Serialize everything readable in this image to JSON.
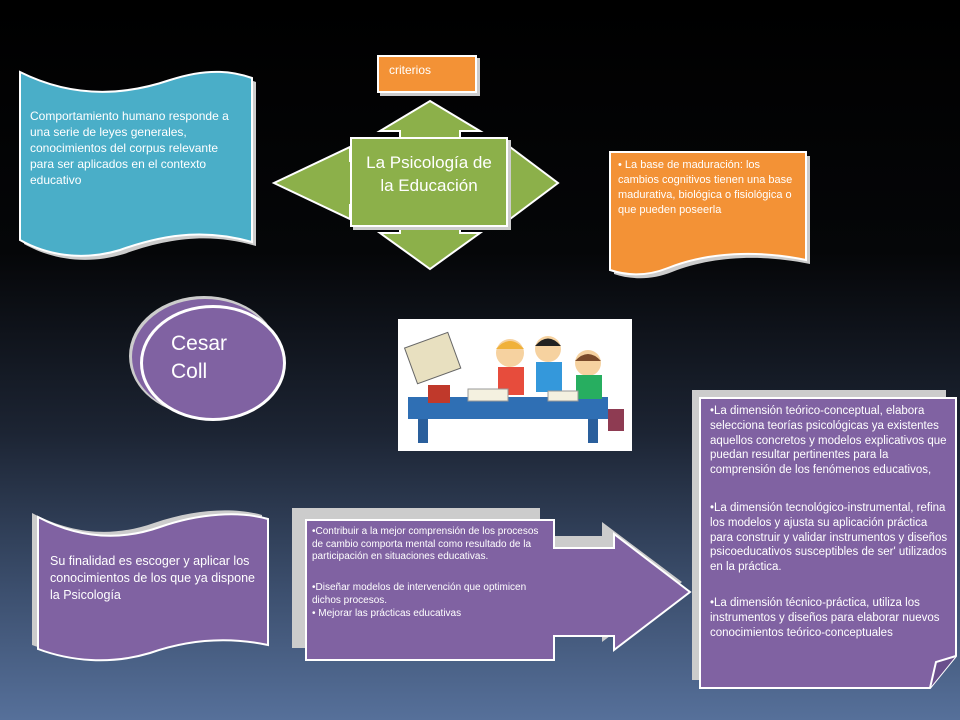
{
  "center": {
    "label": "La Psicología de la Educación"
  },
  "criterios": {
    "label": "criterios"
  },
  "left_top": {
    "text": "Comportamiento humano responde a una serie de leyes generales, conocimientos del corpus relevante para ser aplicados en el contexto educativo"
  },
  "right_top": {
    "text": "• La base de maduración: los cambios cognitivos tienen una base madurativa, biológica o fisiológica o que pueden poseerla"
  },
  "author": {
    "line1": "Cesar",
    "line2": "Coll"
  },
  "bottom_left": {
    "text": "Su finalidad es escoger y aplicar los conocimientos de los que ya dispone la Psicología"
  },
  "bottom_middle": {
    "items": [
      "•Contribuir a la mejor comprensión de los procesos de cambio comporta mental como resultado de la participación en situaciones educativas.",
      "•Diseñar modelos de intervención que optimicen dichos procesos.",
      "• Mejorar las prácticas educativas"
    ]
  },
  "bottom_right": {
    "items": [
      "•La dimensión teórico-conceptual, elabora selecciona teorías psicológicas ya existentes aquellos concretos y modelos explicativos que puedan resultar pertinentes para la comprensión de los fenómenos educativos,",
      "•La dimensión tecnológico-instrumental, refina los modelos y ajusta su aplicación práctica para construir y validar instrumentos y diseños psicoeducativos susceptibles de ser' utilizados en la práctica.",
      "•La dimensión técnico-práctica, utiliza los instrumentos y diseños para elaborar nuevos conocimientos teórico-conceptuales"
    ]
  },
  "colors": {
    "green": "#8cb04a",
    "blue": "#4aaec8",
    "orange": "#f39236",
    "purple": "#8062a2"
  },
  "illustration": {
    "name": "children-studying-illustration"
  }
}
